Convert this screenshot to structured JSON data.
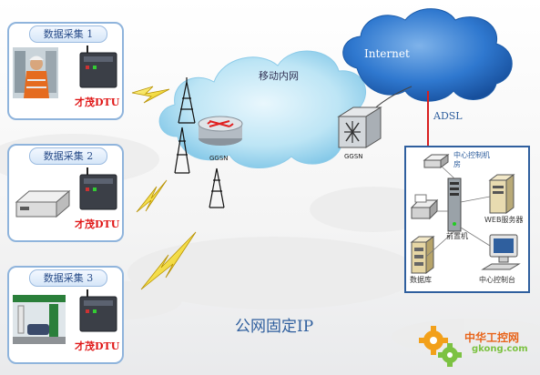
{
  "panels": [
    {
      "title": "数据采集 1",
      "dtu_label": "才茂DTU"
    },
    {
      "title": "数据采集 2",
      "dtu_label": "才茂DTU"
    },
    {
      "title": "数据采集 3",
      "dtu_label": "才茂DTU"
    }
  ],
  "clouds": {
    "mobile_network": "移动内网",
    "internet": "Internet"
  },
  "nodes": {
    "ggsn_left": "GGSN",
    "ggsn_right": "GGSN",
    "adsl": "ADSL"
  },
  "control_room": {
    "title": "中心控制机房",
    "front_server": "前置机",
    "web_server": "WEB服务器",
    "database": "数据库",
    "control_station": "中心控制台"
  },
  "footer_title": "公网固定IP",
  "watermark": {
    "name": "中华工控网",
    "url": "gkong.com"
  },
  "colors": {
    "panel_border": "#8fb4dc",
    "cloud_light": "#bfe6f6",
    "cloud_dark": "#1f63b8",
    "adsl_line": "#d81f1f",
    "dtu_text": "#e01818",
    "title_text": "#2f5f9e"
  }
}
